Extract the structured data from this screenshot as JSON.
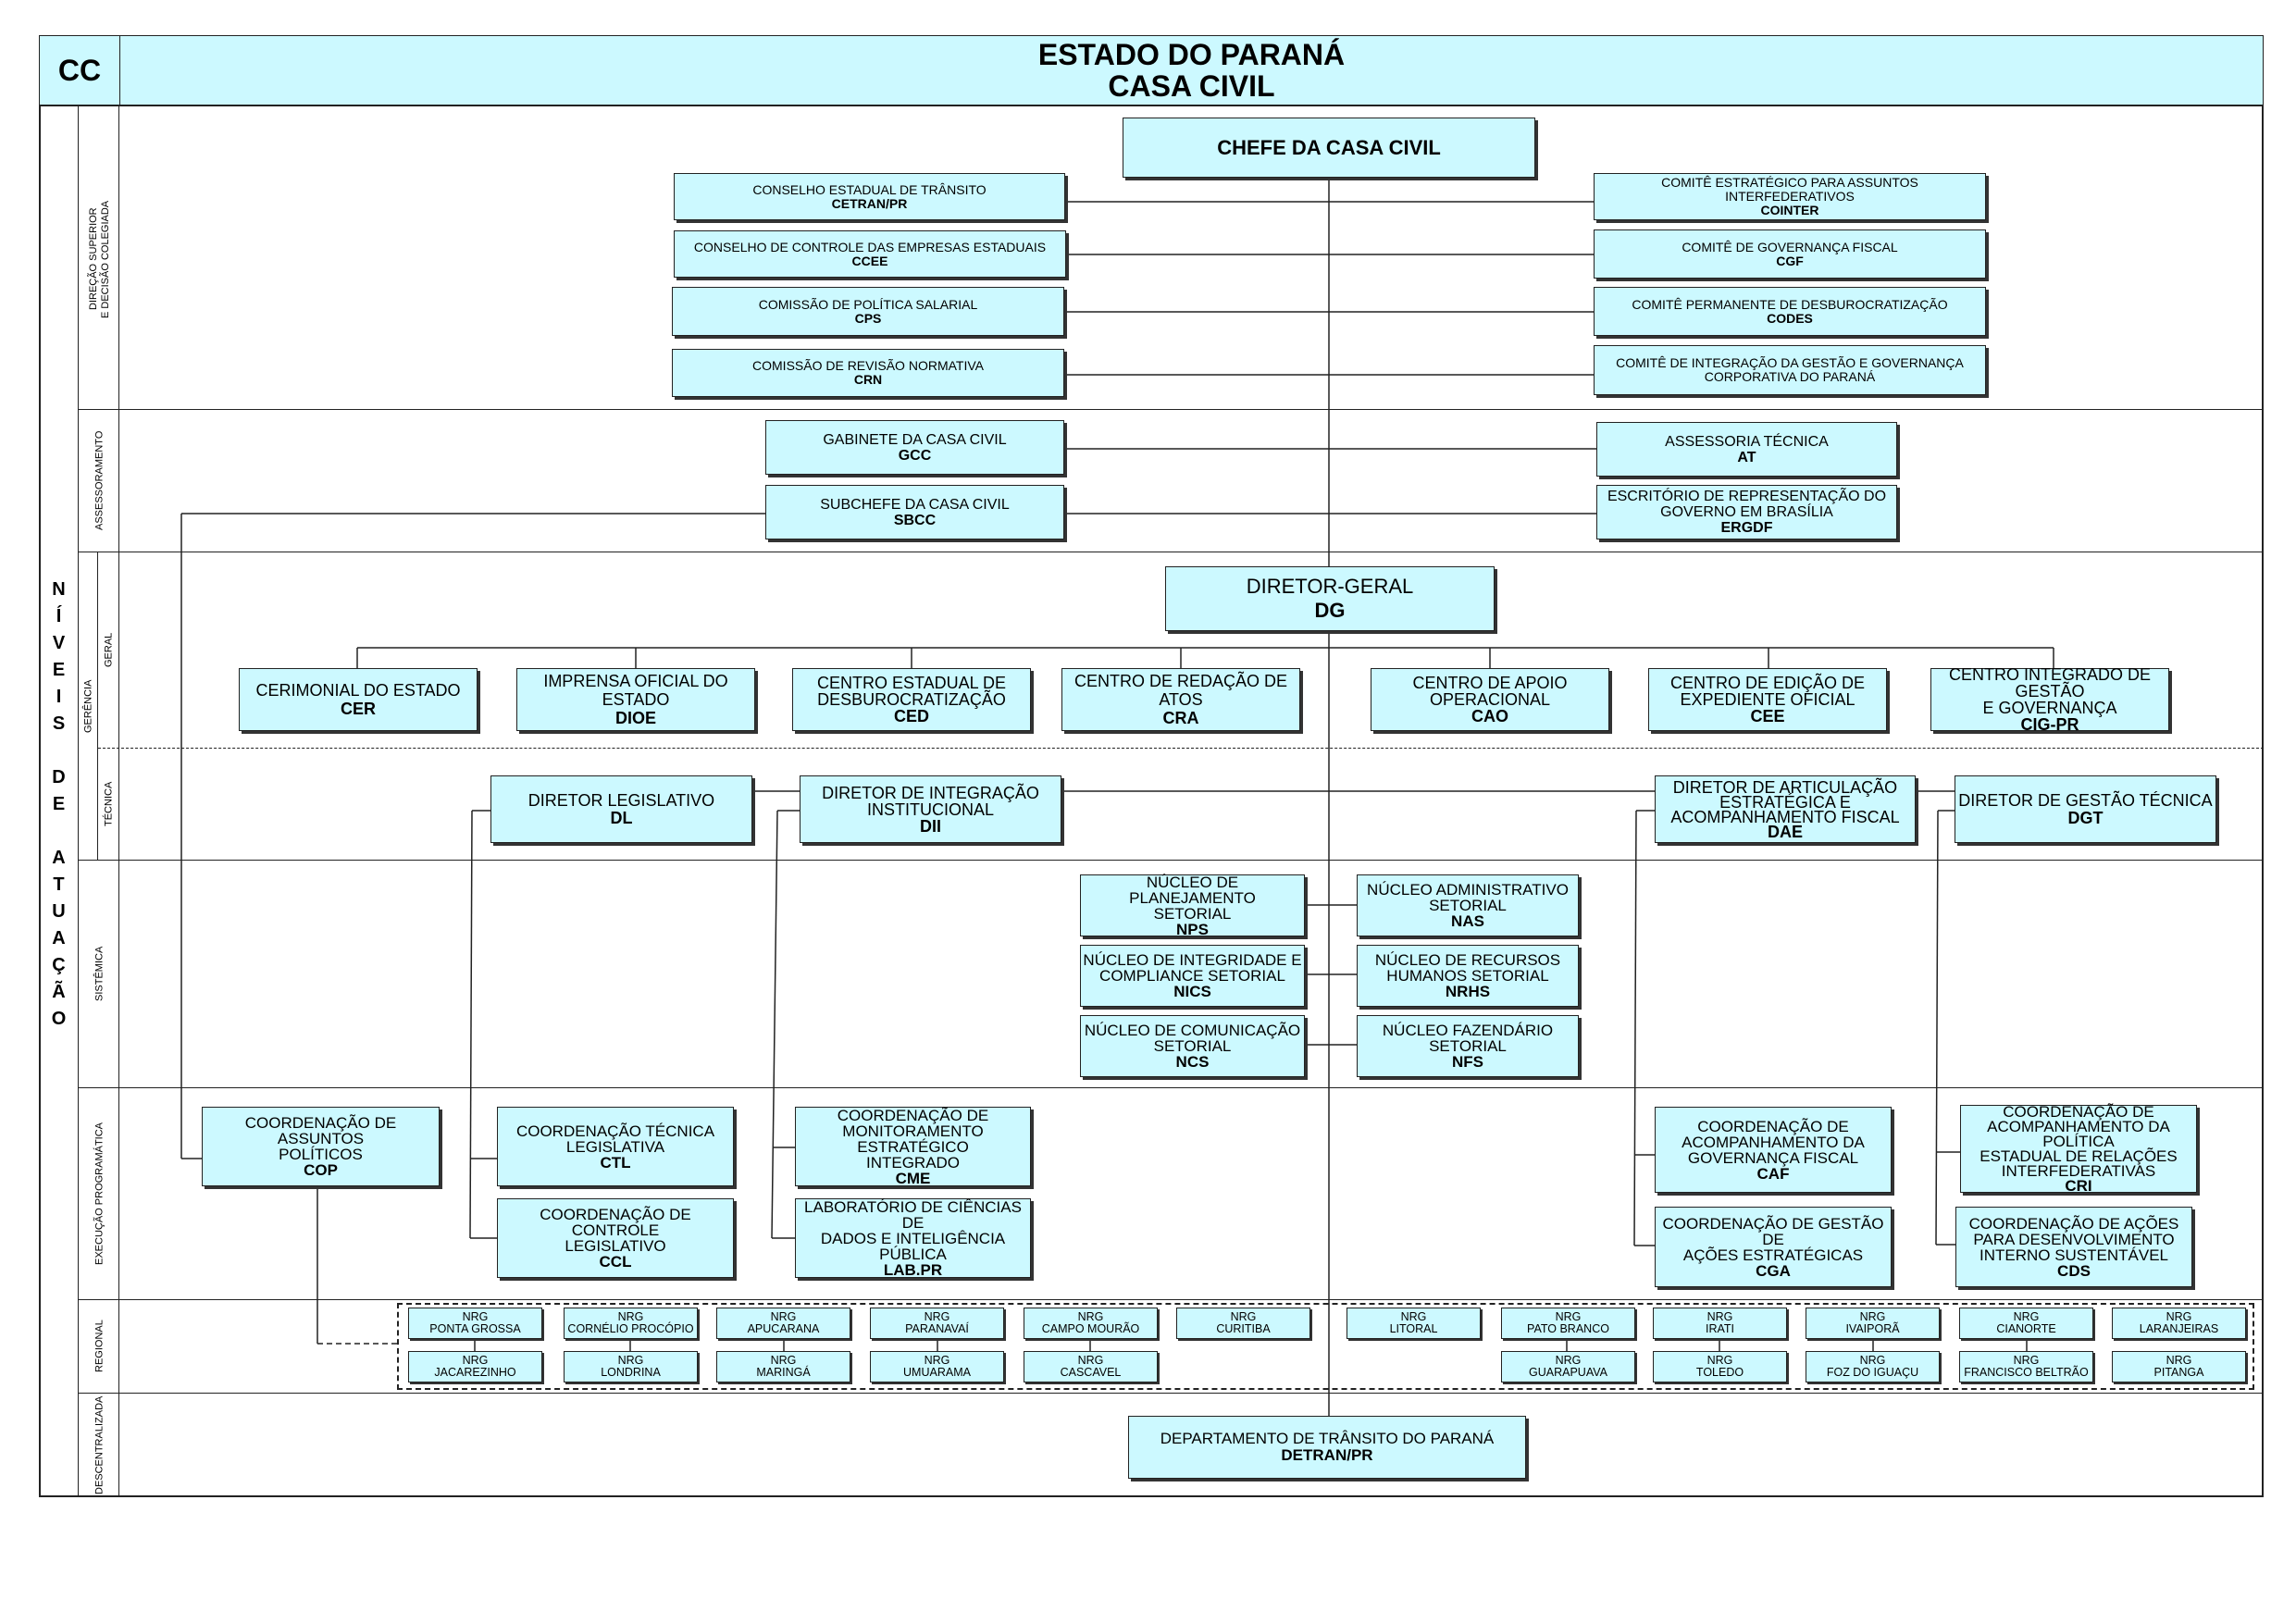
{
  "header": {
    "cc": "CC",
    "title1": "ESTADO DO PARANÁ",
    "title2": "CASA CIVIL"
  },
  "niveis": [
    "N",
    "Í",
    "V",
    "E",
    "I",
    "S",
    "",
    "D",
    "E",
    "",
    "A",
    "T",
    "U",
    "A",
    "Ç",
    "Ã",
    "O"
  ],
  "levels": {
    "direcao": "DIREÇÃO SUPERIOR\nE DECISÃO COLEGIADA",
    "assessoramento": "ASSESSORAMENTO",
    "gerencia": "GERÊNCIA",
    "geral": "GERAL",
    "tecnica": "TÉCNICA",
    "sistemica": "SISTÊMICA",
    "execucao": "EXECUÇÃO PROGRAMÁTICA",
    "regional": "REGIONAL",
    "descentralizada": "DESCENTRALIZADA"
  },
  "chefe": {
    "name": "CHEFE DA CASA CIVIL"
  },
  "conselhos_left": [
    {
      "name": "CONSELHO ESTADUAL DE TRÂNSITO",
      "abbr": "CETRAN/PR"
    },
    {
      "name": "CONSELHO DE CONTROLE DAS EMPRESAS ESTADUAIS",
      "abbr": "CCEE"
    },
    {
      "name": "COMISSÃO DE POLÍTICA SALARIAL",
      "abbr": "CPS"
    },
    {
      "name": "COMISSÃO DE REVISÃO NORMATIVA",
      "abbr": "CRN"
    }
  ],
  "conselhos_right": [
    {
      "name": "COMITÊ ESTRATÉGICO PARA ASSUNTOS INTERFEDERATIVOS",
      "abbr": "COINTER"
    },
    {
      "name": "COMITÊ DE GOVERNANÇA FISCAL",
      "abbr": "CGF"
    },
    {
      "name": "COMITÊ PERMANENTE DE DESBUROCRATIZAÇÃO",
      "abbr": "CODES"
    },
    {
      "name": "COMITÊ DE INTEGRAÇÃO DA GESTÃO E GOVERNANÇA\nCORPORATIVA DO PARANÁ",
      "abbr": ""
    }
  ],
  "assess_left": [
    {
      "name": "GABINETE DA CASA CIVIL",
      "abbr": "GCC"
    },
    {
      "name": "SUBCHEFE DA CASA CIVIL",
      "abbr": "SBCC"
    }
  ],
  "assess_right": [
    {
      "name": "ASSESSORIA TÉCNICA",
      "abbr": "AT"
    },
    {
      "name": "ESCRITÓRIO DE REPRESENTAÇÃO DO\nGOVERNO EM BRASÍLIA",
      "abbr": "ERGDF"
    }
  ],
  "dg": {
    "name": "DIRETOR-GERAL",
    "abbr": "DG"
  },
  "geral_units": [
    {
      "name": "CERIMONIAL DO ESTADO",
      "abbr": "CER"
    },
    {
      "name": "IMPRENSA OFICIAL DO ESTADO",
      "abbr": "DIOE"
    },
    {
      "name": "CENTRO ESTADUAL DE\nDESBUROCRATIZAÇÃO",
      "abbr": "CED"
    },
    {
      "name": "CENTRO DE REDAÇÃO DE ATOS",
      "abbr": "CRA"
    },
    {
      "name": "CENTRO DE APOIO\nOPERACIONAL",
      "abbr": "CAO"
    },
    {
      "name": "CENTRO DE EDIÇÃO DE\nEXPEDIENTE OFICIAL",
      "abbr": "CEE"
    },
    {
      "name": "CENTRO INTEGRADO DE GESTÃO\nE GOVERNANÇA",
      "abbr": "CIG-PR"
    }
  ],
  "diretores": [
    {
      "name": "DIRETOR LEGISLATIVO",
      "abbr": "DL"
    },
    {
      "name": "DIRETOR DE INTEGRAÇÃO\nINSTITUCIONAL",
      "abbr": "DII"
    },
    {
      "name": "DIRETOR DE ARTICULAÇÃO\nESTRATÉGICA E\nACOMPANHAMENTO FISCAL",
      "abbr": "DAE"
    },
    {
      "name": "DIRETOR DE GESTÃO TÉCNICA",
      "abbr": "DGT"
    }
  ],
  "nucleos": [
    {
      "name": "NÚCLEO DE PLANEJAMENTO\nSETORIAL",
      "abbr": "NPS"
    },
    {
      "name": "NÚCLEO ADMINISTRATIVO\nSETORIAL",
      "abbr": "NAS"
    },
    {
      "name": "NÚCLEO DE INTEGRIDADE E\nCOMPLIANCE SETORIAL",
      "abbr": "NICS"
    },
    {
      "name": "NÚCLEO DE RECURSOS\nHUMANOS SETORIAL",
      "abbr": "NRHS"
    },
    {
      "name": "NÚCLEO DE COMUNICAÇÃO\nSETORIAL",
      "abbr": "NCS"
    },
    {
      "name": "NÚCLEO FAZENDÁRIO\nSETORIAL",
      "abbr": "NFS"
    }
  ],
  "coordenacoes": [
    {
      "name": "COORDENAÇÃO DE ASSUNTOS\nPOLÍTICOS",
      "abbr": "COP"
    },
    {
      "name": "COORDENAÇÃO TÉCNICA\nLEGISLATIVA",
      "abbr": "CTL"
    },
    {
      "name": "COORDENAÇÃO DE CONTROLE\nLEGISLATIVO",
      "abbr": "CCL"
    },
    {
      "name": "COORDENAÇÃO DE\nMONITORAMENTO ESTRATÉGICO\nINTEGRADO",
      "abbr": "CME"
    },
    {
      "name": "LABORATÓRIO DE CIÊNCIAS DE\nDADOS E INTELIGÊNCIA PÚBLICA",
      "abbr": "LAB.PR"
    },
    {
      "name": "COORDENAÇÃO DE\nACOMPANHAMENTO DA\nGOVERNANÇA FISCAL",
      "abbr": "CAF"
    },
    {
      "name": "COORDENAÇÃO DE GESTÃO DE\nAÇÕES ESTRATÉGICAS",
      "abbr": "CGA"
    },
    {
      "name": "COORDENAÇÃO DE\nACOMPANHAMENTO DA POLÍTICA\nESTADUAL DE RELAÇÕES\nINTERFEDERATIVAS",
      "abbr": "CRI"
    },
    {
      "name": "COORDENAÇÃO DE AÇÕES\nPARA DESENVOLVIMENTO\nINTERNO SUSTENTÁVEL",
      "abbr": "CDS"
    }
  ],
  "nrg_top": [
    "NRG\nPONTA GROSSA",
    "NRG\nCORNÉLIO PROCÓPIO",
    "NRG\nAPUCARANA",
    "NRG\nPARANAVAÍ",
    "NRG\nCAMPO MOURÃO",
    "NRG\nCURITIBA",
    "NRG\nLITORAL",
    "NRG\nPATO BRANCO",
    "NRG\nIRATI",
    "NRG\nIVAIPORÃ",
    "NRG\nCIANORTE",
    "NRG\nLARANJEIRAS"
  ],
  "nrg_bottom": [
    "NRG\nJACAREZINHO",
    "NRG\nLONDRINA",
    "NRG\nMARINGÁ",
    "NRG\nUMUARAMA",
    "NRG\nCASCAVEL",
    "NRG\nGUARAPUAVA",
    "NRG\nTOLEDO",
    "NRG\nFOZ DO IGUAÇU",
    "NRG\nFRANCISCO BELTRÃO",
    "NRG\nPITANGA"
  ],
  "detran": {
    "name": "DEPARTAMENTO DE TRÂNSITO DO PARANÁ",
    "abbr": "DETRAN/PR"
  }
}
